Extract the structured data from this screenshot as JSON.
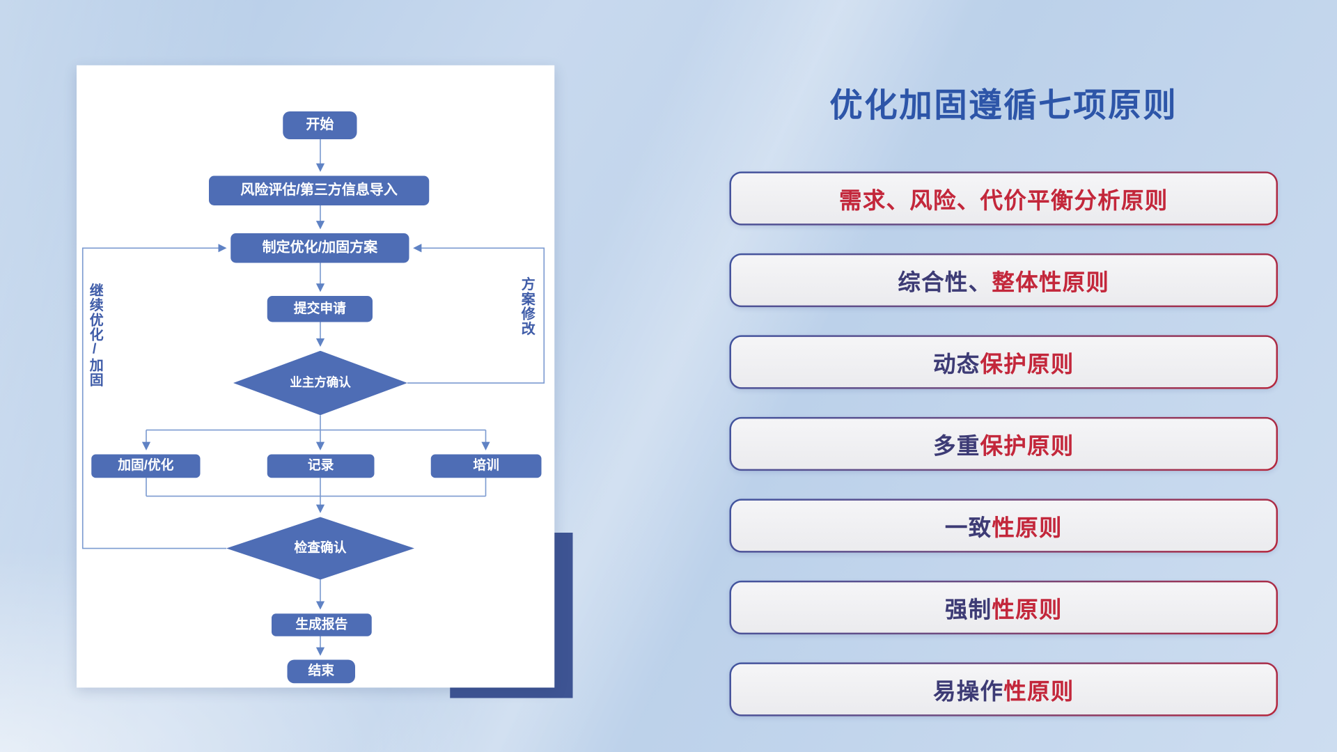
{
  "flowchart": {
    "nodes": {
      "start": "开始",
      "risk_import": "风险评估/第三方信息导入",
      "make_plan": "制定优化/加固方案",
      "submit": "提交申请",
      "owner_confirm": "业主方确认",
      "reinforce": "加固/优化",
      "record": "记录",
      "training": "培训",
      "check_confirm": "检查确认",
      "report": "生成报告",
      "end": "结束"
    },
    "edge_labels": {
      "continue_optimize": "继续优化/加固",
      "plan_revise": "方案修改"
    }
  },
  "principles": {
    "title": "优化加固遵循七项原则",
    "items": [
      {
        "prefix": "",
        "suffix": "需求、风险、代价平衡分析原则"
      },
      {
        "prefix": "综合性、",
        "suffix": "整体性原则"
      },
      {
        "prefix": "动态",
        "suffix": "保护原则"
      },
      {
        "prefix": "多重",
        "suffix": "保护原则"
      },
      {
        "prefix": "一致",
        "suffix": "性原则"
      },
      {
        "prefix": "强制",
        "suffix": "性原则"
      },
      {
        "prefix": "易操作",
        "suffix": "性原则"
      }
    ]
  },
  "colors": {
    "node_blue": "#4e6db5",
    "connector_blue": "#7b9ad0",
    "title_blue": "#2d55a8",
    "principle_red": "#c3273b",
    "principle_navy": "#3d3b75",
    "accent_shadow_navy": "#3e5493",
    "card_background": "#ffffff"
  }
}
